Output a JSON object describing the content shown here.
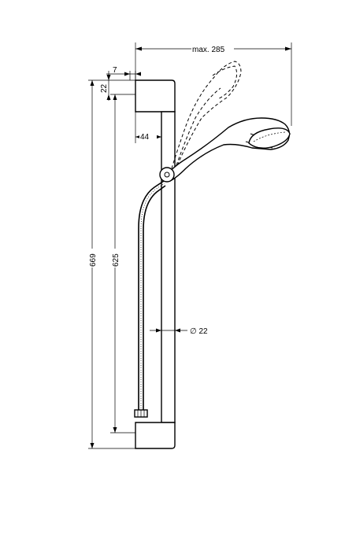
{
  "dimensions": {
    "max_reach": "max. 285",
    "top_offset": "7",
    "mount_gap": "22",
    "bar_offset": "44",
    "total_height": "669",
    "mount_distance": "625",
    "bar_diameter": "∅ 22"
  }
}
